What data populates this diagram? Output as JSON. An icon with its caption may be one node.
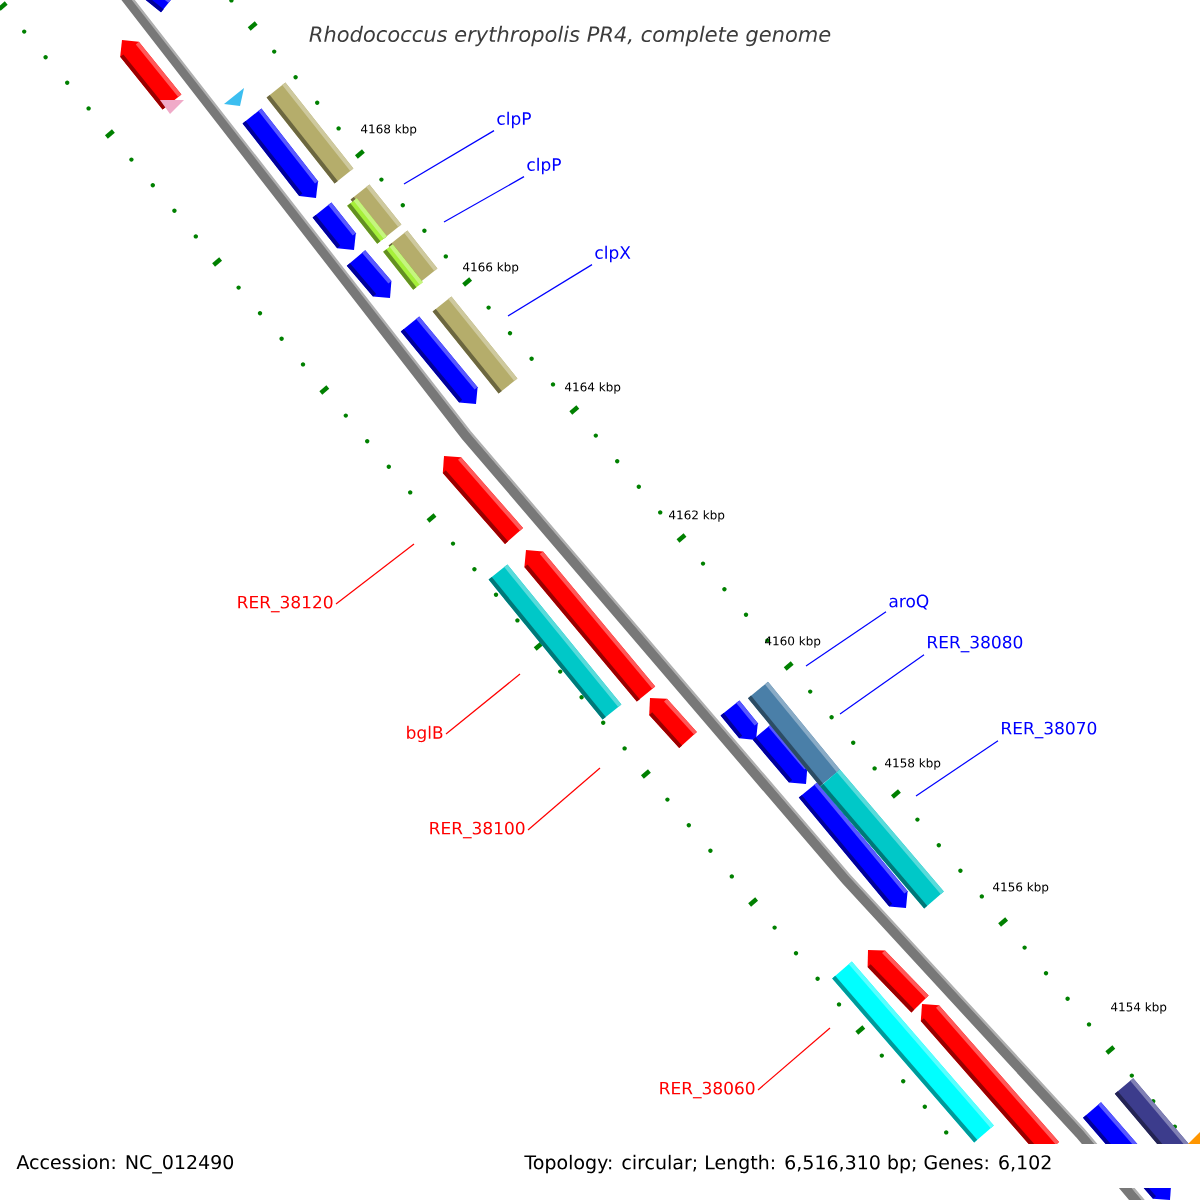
{
  "diagram": {
    "title": "Rhodococcus erythropolis PR4, complete genome",
    "nodes": [
      {
        "text": [
          "clpP"
        ]
      },
      {
        "text": [
          "clpP"
        ]
      },
      {
        "text": [
          "clpX"
        ]
      },
      {
        "text": [
          "aroQ"
        ]
      },
      {
        "text": [
          "RER_38080"
        ]
      },
      {
        "text": [
          "RER_38070"
        ]
      },
      {
        "text": [
          "RER_38120"
        ]
      },
      {
        "text": [
          "bglB"
        ]
      },
      {
        "text": [
          "RER_38100"
        ]
      },
      {
        "text": [
          "RER_38060"
        ]
      }
    ],
    "edges": [
      {
        "from": 0,
        "to": null,
        "arrow": "none"
      },
      {
        "from": 1,
        "to": null,
        "arrow": "none"
      },
      {
        "from": 2,
        "to": null,
        "arrow": "none"
      },
      {
        "from": 3,
        "to": null,
        "arrow": "none"
      },
      {
        "from": 4,
        "to": null,
        "arrow": "none"
      },
      {
        "from": 5,
        "to": null,
        "arrow": "none"
      },
      {
        "from": 6,
        "to": null,
        "arrow": "none",
        "color": "#ff0000"
      },
      {
        "from": 7,
        "to": null,
        "arrow": "none",
        "color": "#ff0000"
      },
      {
        "from": 8,
        "to": null,
        "arrow": "none",
        "color": "#ff0000"
      },
      {
        "from": 9,
        "to": null,
        "arrow": "none",
        "color": "#ff0000"
      }
    ],
    "labels": [
      "4168 kbp",
      "4166 kbp",
      "4164 kbp",
      "4162 kbp",
      "4160 kbp",
      "4158 kbp",
      "4156 kbp",
      "4154 kbp",
      "Accession: NC_012490",
      "Topology: circular; Length: 6,516,310 bp; Genes: 6,102"
    ]
  }
}
